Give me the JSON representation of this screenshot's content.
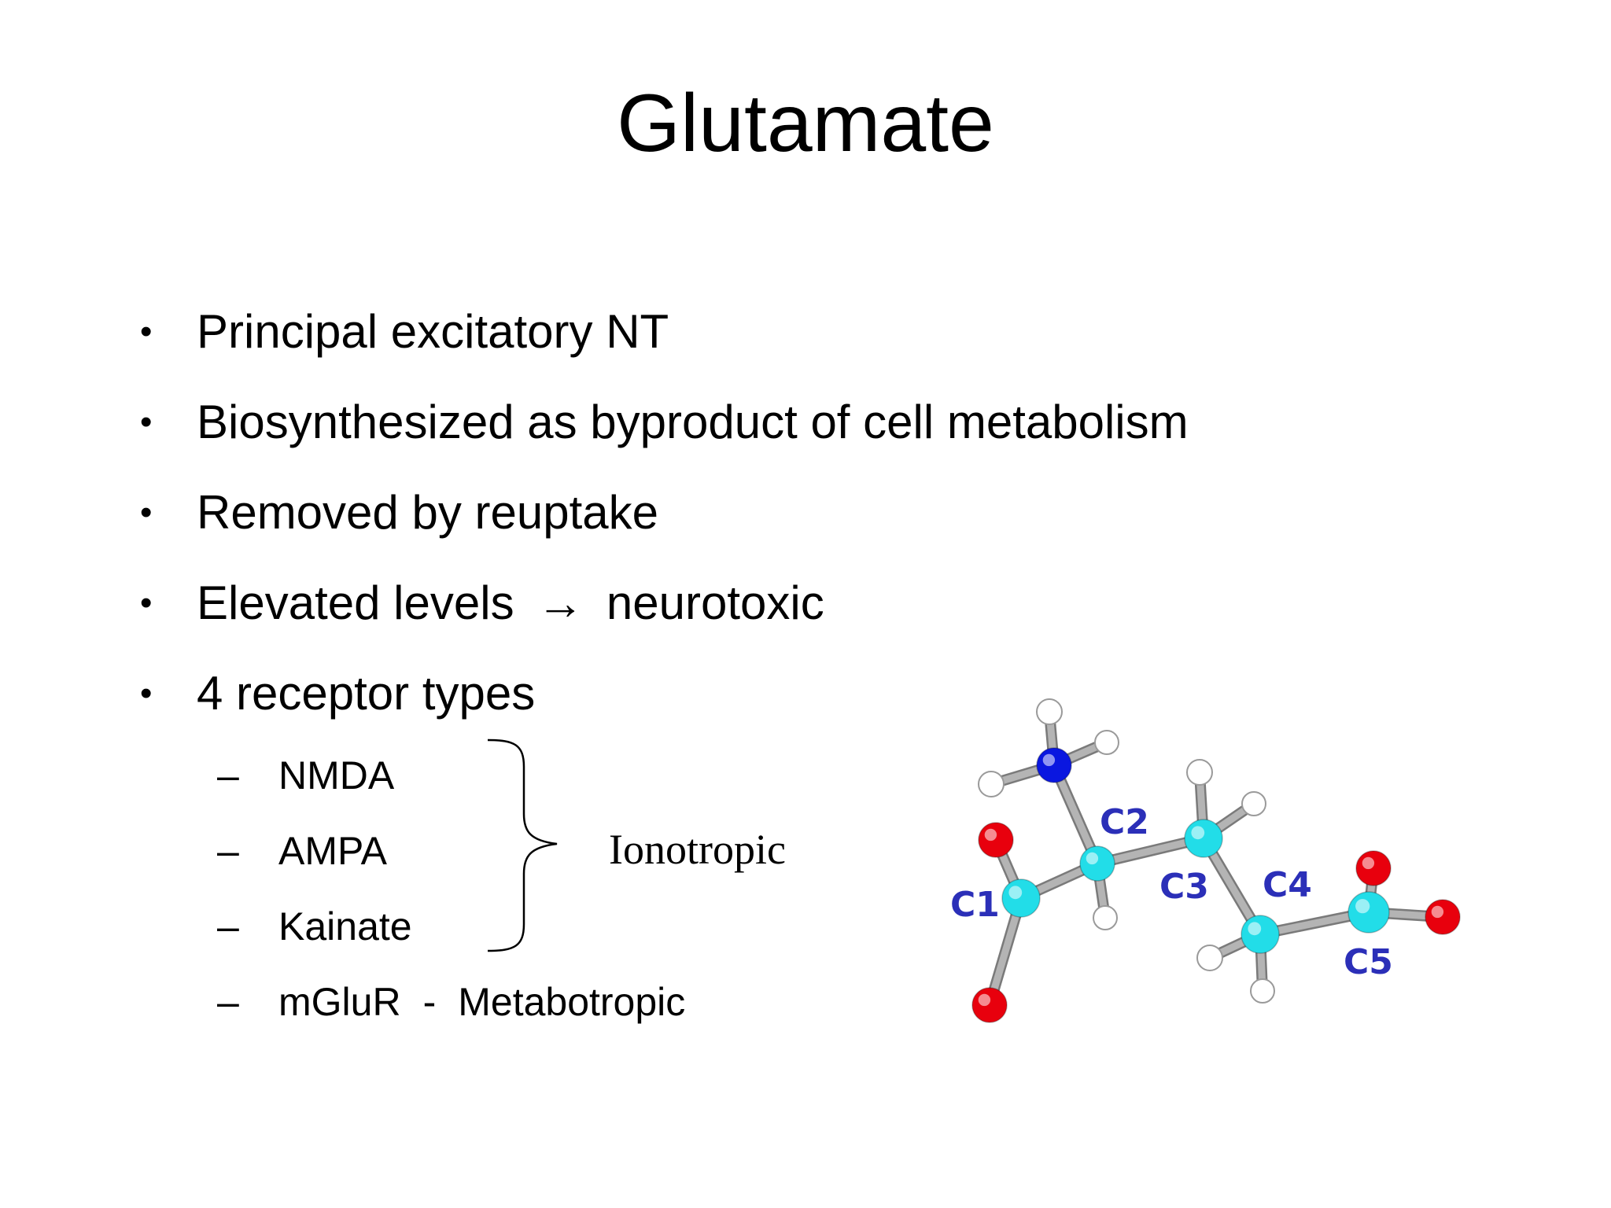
{
  "slide": {
    "title": "Glutamate",
    "bullets": [
      {
        "text": "Principal excitatory NT"
      },
      {
        "text": "Biosynthesized as byproduct of cell metabolism"
      },
      {
        "text": "Removed by reuptake"
      },
      {
        "text_before": "Elevated levels",
        "arrow": "→",
        "text_after": "neurotoxic"
      },
      {
        "text": "4 receptor types"
      }
    ],
    "bullet_symbol": "•",
    "sub_dash": "–",
    "receptors": [
      {
        "name": "NMDA"
      },
      {
        "name": "AMPA"
      },
      {
        "name": "Kainate"
      },
      {
        "name": "mGluR",
        "separator": "-",
        "note": "Metabotropic"
      }
    ],
    "ionotropic_label": "Ionotropic",
    "molecule": {
      "carbon_labels": [
        "C1",
        "C2",
        "C3",
        "C4",
        "C5"
      ],
      "colors": {
        "carbon": "#22dde8",
        "oxygen": "#e8000d",
        "nitrogen": "#0a17e0",
        "hydrogen": "#ffffff",
        "bond": "#b4b4b4",
        "label": "#2b2fb8"
      }
    }
  }
}
